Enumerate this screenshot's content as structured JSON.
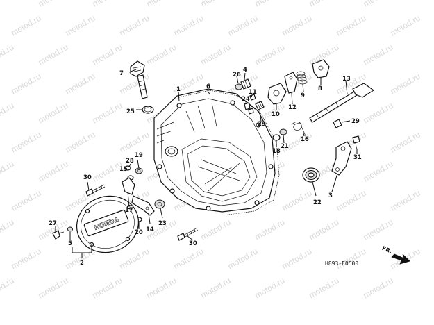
{
  "diagram": {
    "drawing_code": "H893-E0500",
    "direction_label": "FR.",
    "watermark": "motod.ru",
    "cover_emblem": "HONDA",
    "callouts": [
      "1",
      "2",
      "3",
      "4",
      "5",
      "6",
      "7",
      "8",
      "9",
      "10",
      "11",
      "12",
      "13",
      "14",
      "15",
      "16",
      "17",
      "18",
      "19",
      "20",
      "21",
      "22",
      "23",
      "24",
      "25",
      "26",
      "27",
      "28",
      "29",
      "29",
      "30",
      "30",
      "31"
    ]
  }
}
